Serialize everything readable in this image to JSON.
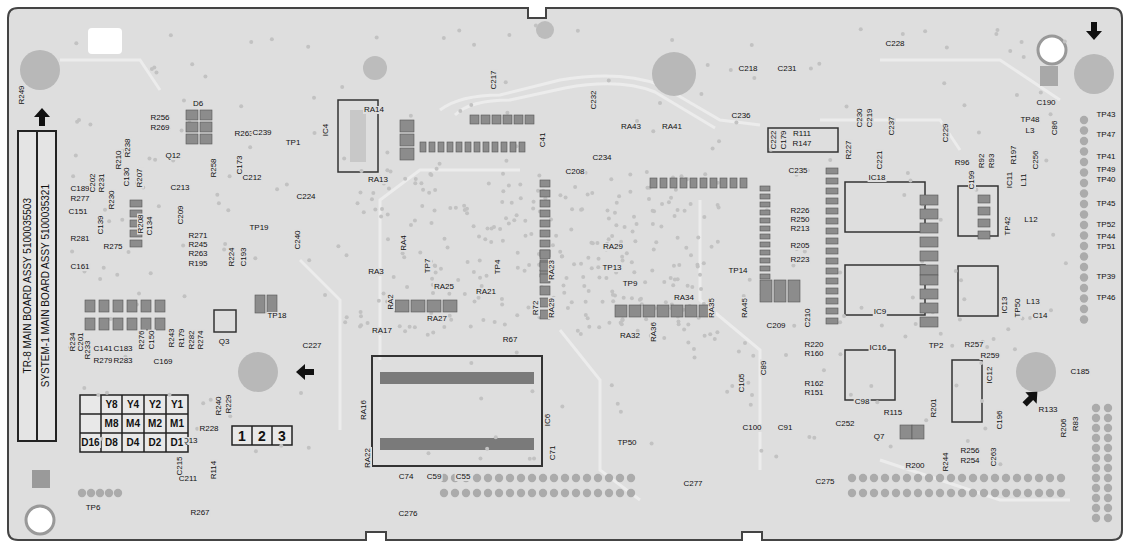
{
  "diagram": {
    "nodes": [
      {
        "text": [
          "TR-8 MAIN BOARD ASSY 5100035503",
          "SYSTEM-1 MAIN BOARD ASSY 5100035321"
        ]
      }
    ],
    "labels": [
      "R249",
      "D6",
      "R256",
      "R269",
      "R263",
      "Q12",
      "R238",
      "C239",
      "TP1",
      "C212",
      "R258",
      "C173",
      "R210",
      "C130",
      "R207",
      "C213",
      "C189",
      "R277",
      "C202",
      "R231",
      "R230",
      "C139",
      "C151",
      "R281",
      "R275",
      "C134",
      "R208",
      "C209",
      "C161",
      "R271",
      "R245",
      "R263",
      "R195",
      "R224",
      "C193",
      "Q3",
      "R234",
      "C201",
      "R233",
      "R279",
      "R283",
      "C141",
      "C183",
      "C169",
      "R276",
      "C150",
      "R243",
      "R179",
      "R282",
      "R274",
      "C224",
      "TP19",
      "C240",
      "TP18",
      "C227",
      "R240",
      "R229",
      "R228",
      "Q13",
      "C215",
      "C211",
      "R114",
      "R267",
      "TP6",
      "IC4",
      "RA14",
      "RA13",
      "C217",
      "C232",
      "RA43",
      "RA41",
      "C41",
      "C234",
      "C208",
      "C236",
      "C218",
      "C231",
      "C228",
      "RA4",
      "RA3",
      "TP7",
      "TP4",
      "RA25",
      "RA21",
      "RA2",
      "RA27",
      "RA17",
      "R67",
      "R72",
      "RA29",
      "RA23",
      "TP13",
      "TP9",
      "RA29",
      "RA34",
      "RA32",
      "RA36",
      "RA35",
      "RA45",
      "TP14",
      "C209",
      "C210",
      "IC6",
      "RA16",
      "RA22",
      "C74",
      "C59",
      "C55",
      "C71",
      "TP50",
      "C105",
      "C89",
      "C100",
      "C91",
      "C277",
      "C276",
      "C275",
      "C222",
      "C179",
      "R111",
      "R147",
      "C235",
      "C230",
      "C219",
      "C237",
      "C221",
      "C229",
      "R227",
      "IC18",
      "R226",
      "R250",
      "R213",
      "R205",
      "R223",
      "C190",
      "TP48",
      "L3",
      "C86",
      "TP43",
      "TP47",
      "TP41",
      "TP49",
      "TP40",
      "TP45",
      "TP52",
      "TP44",
      "TP51",
      "TP39",
      "TP46",
      "R96",
      "R92",
      "R93",
      "R197",
      "C199",
      "IC11",
      "L11",
      "C256",
      "L12",
      "TP42",
      "IC9",
      "IC13",
      "TP50",
      "L13",
      "C14",
      "IC16",
      "R220",
      "R160",
      "R162",
      "R151",
      "TP2",
      "R257",
      "R259",
      "C98",
      "R115",
      "IC12",
      "C185",
      "C252",
      "Q7",
      "R201",
      "C196",
      "R133",
      "R206",
      "R83",
      "R244",
      "R256",
      "R254",
      "C263",
      "R200",
      "Y8",
      "Y4",
      "Y2",
      "Y1",
      "M8",
      "M4",
      "M2",
      "M1",
      "D16",
      "D8",
      "D4",
      "D2",
      "D1",
      "1",
      "2",
      "3"
    ]
  }
}
